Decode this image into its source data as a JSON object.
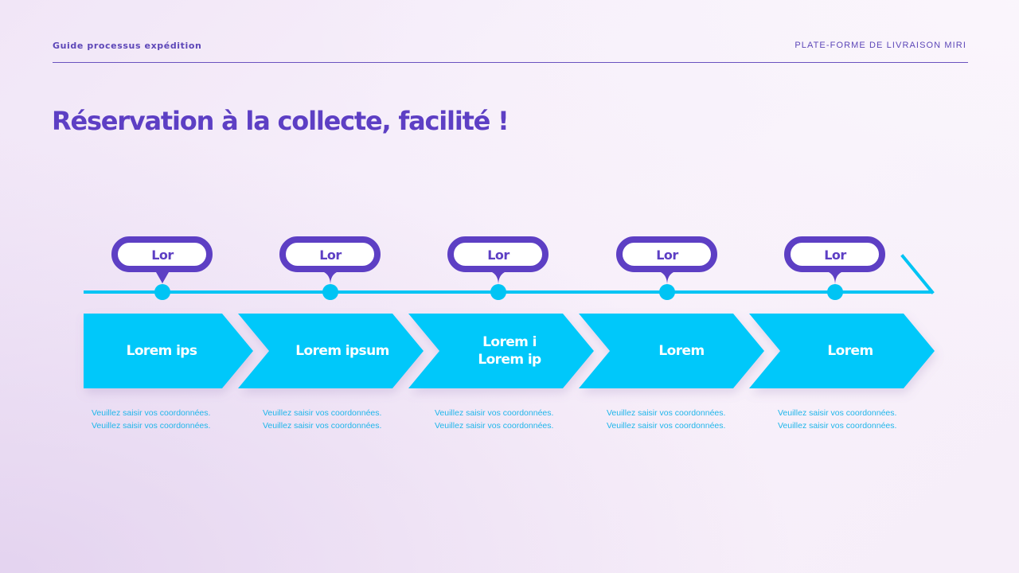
{
  "header": {
    "left_label": "Guide processus expédition",
    "right_label": "PLATE-FORME DE LIVRAISON MIRI"
  },
  "title": "Réservation à la collecte, facilité !",
  "colors": {
    "purple": "#5d3fc4",
    "cyan": "#00c8fa",
    "timeline": "#00c4f4",
    "desc_text": "#1fb6ea"
  },
  "timeline": {
    "pins": [
      {
        "label": "Lor"
      },
      {
        "label": "Lor"
      },
      {
        "label": "Lor"
      },
      {
        "label": "Lor"
      },
      {
        "label": "Lor"
      }
    ]
  },
  "steps": [
    {
      "title": "Lorem ips",
      "desc_line1": "Veuillez saisir vos coordonnées.",
      "desc_line2": "Veuillez saisir vos coordonnées."
    },
    {
      "title": "Lorem ipsum",
      "desc_line1": "Veuillez saisir vos coordonnées.",
      "desc_line2": "Veuillez saisir vos coordonnées."
    },
    {
      "title": "Lorem i\nLorem ip",
      "title_line1": "Lorem i",
      "title_line2": "Lorem ip",
      "desc_line1": "Veuillez saisir vos coordonnées.",
      "desc_line2": "Veuillez saisir vos coordonnées."
    },
    {
      "title": "Lorem",
      "desc_line1": "Veuillez saisir vos coordonnées.",
      "desc_line2": "Veuillez saisir vos coordonnées."
    },
    {
      "title": "Lorem",
      "desc_line1": "Veuillez saisir vos coordonnées.",
      "desc_line2": "Veuillez saisir vos coordonnées."
    }
  ]
}
